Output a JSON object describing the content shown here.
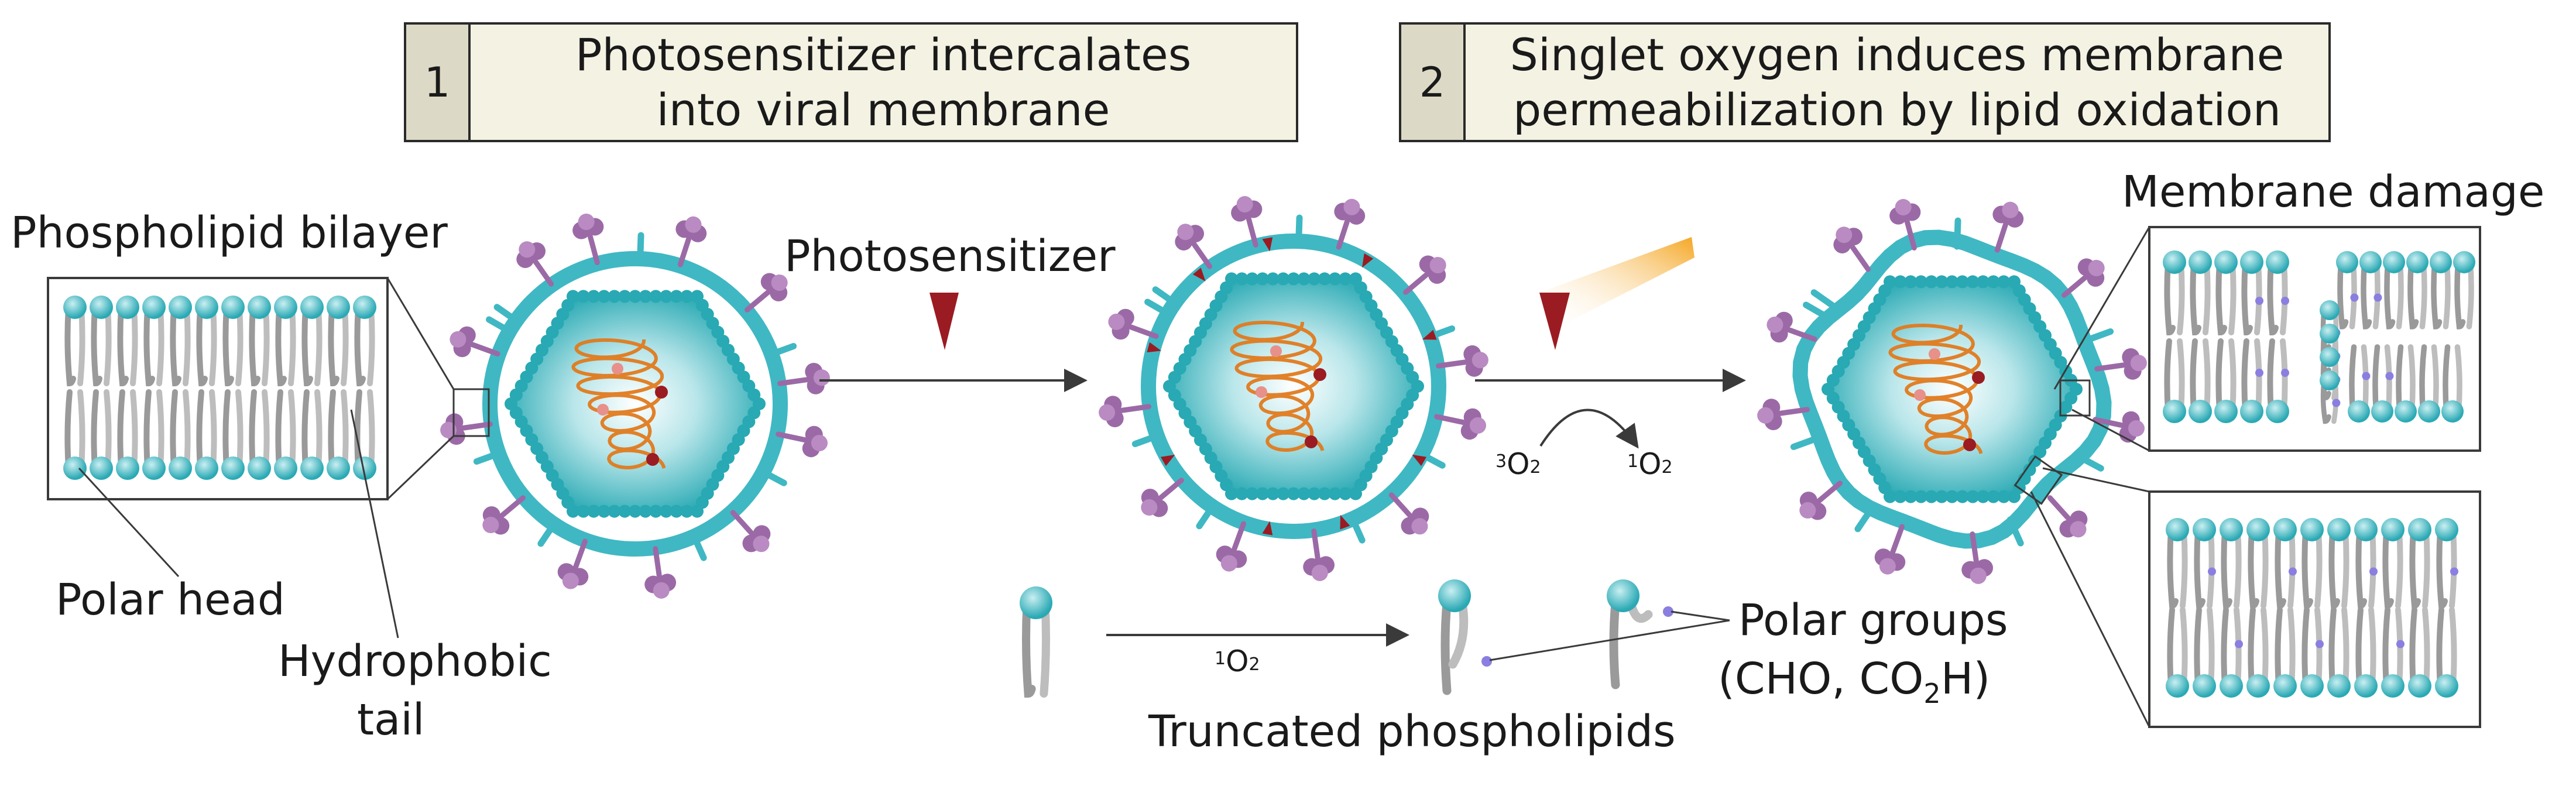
{
  "steps": [
    {
      "number": "1",
      "line1": "Photosensitizer intercalates",
      "line2": "into viral membrane"
    },
    {
      "number": "2",
      "line1": "Singlet oxygen induces membrane",
      "line2": "permeabilization by lipid oxidation"
    }
  ],
  "labels": {
    "phospholipid_bilayer": "Phospholipid bilayer",
    "photosensitizer": "Photosensitizer",
    "membrane_damage": "Membrane damage",
    "polar_head": "Polar head",
    "hydrophobic_line1": "Hydrophobic",
    "hydrophobic_line2": "tail",
    "truncated": "Truncated phospholipids",
    "polar_groups_line1": "Polar groups",
    "polar_groups_line2_prefix": "(CHO, CO",
    "polar_groups_line2_sub": "2",
    "polar_groups_line2_suffix": "H)"
  },
  "chem": {
    "triplet_sup": "3",
    "triplet_base": "O",
    "triplet_sub": "2",
    "singlet_sup": "1",
    "singlet_base": "O",
    "singlet_sub": "2",
    "bottom_sup": "1",
    "bottom_base": "O",
    "bottom_sub": "2"
  },
  "colors": {
    "envelope": "#3fb8c3",
    "capsid": "#28a9b3",
    "spike": "#9b6aa6",
    "photosensitizer": "#9b1b22",
    "rna": "#e07a1e",
    "lipid_head": "#3fb7c0",
    "lipid_tail": "#bdbdbd",
    "oxidized": "#8a7fe0",
    "step_box": "#f4f2e2"
  }
}
